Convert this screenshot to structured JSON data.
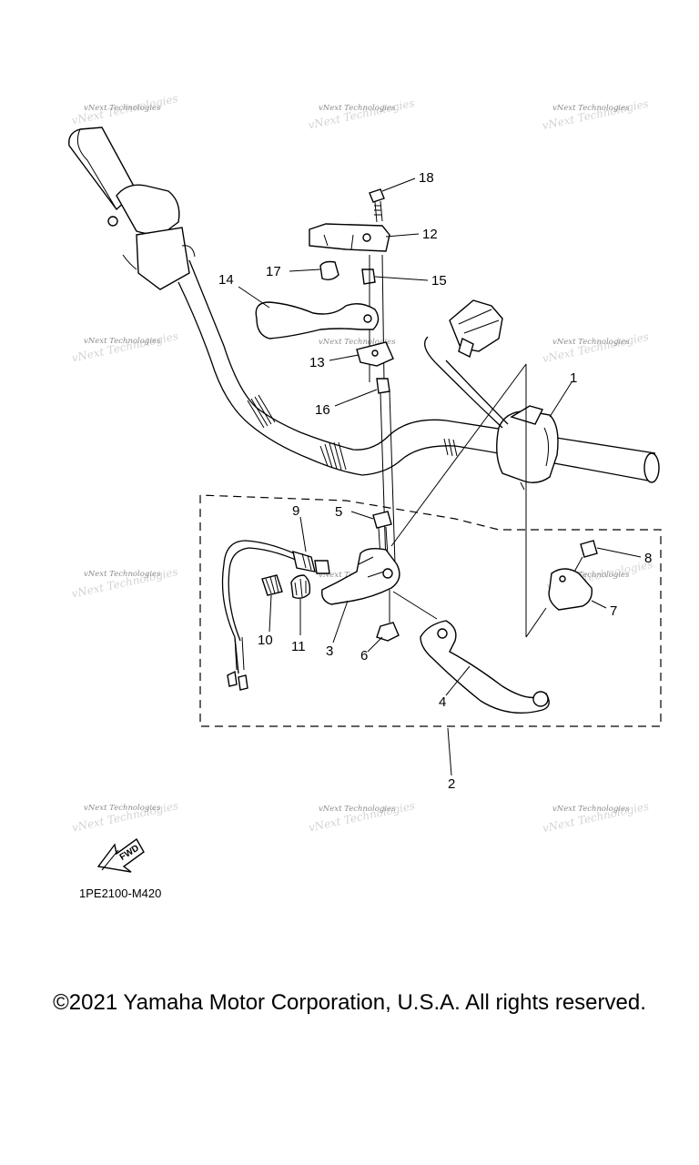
{
  "callouts": [
    {
      "id": "1",
      "label": "1"
    },
    {
      "id": "2",
      "label": "2"
    },
    {
      "id": "3",
      "label": "3"
    },
    {
      "id": "4",
      "label": "4"
    },
    {
      "id": "5",
      "label": "5"
    },
    {
      "id": "6",
      "label": "6"
    },
    {
      "id": "7",
      "label": "7"
    },
    {
      "id": "8",
      "label": "8"
    },
    {
      "id": "9",
      "label": "9"
    },
    {
      "id": "10",
      "label": "10"
    },
    {
      "id": "11",
      "label": "11"
    },
    {
      "id": "12",
      "label": "12"
    },
    {
      "id": "13",
      "label": "13"
    },
    {
      "id": "14",
      "label": "14"
    },
    {
      "id": "15",
      "label": "15"
    },
    {
      "id": "16",
      "label": "16"
    },
    {
      "id": "17",
      "label": "17"
    },
    {
      "id": "18",
      "label": "18"
    }
  ],
  "watermark": {
    "text": "vNext Technologies"
  },
  "fwd_label": "FWD",
  "figure_code": "1PE2100-M420",
  "copyright": "©2021 Yamaha Motor Corporation, U.S.A. All rights reserved."
}
